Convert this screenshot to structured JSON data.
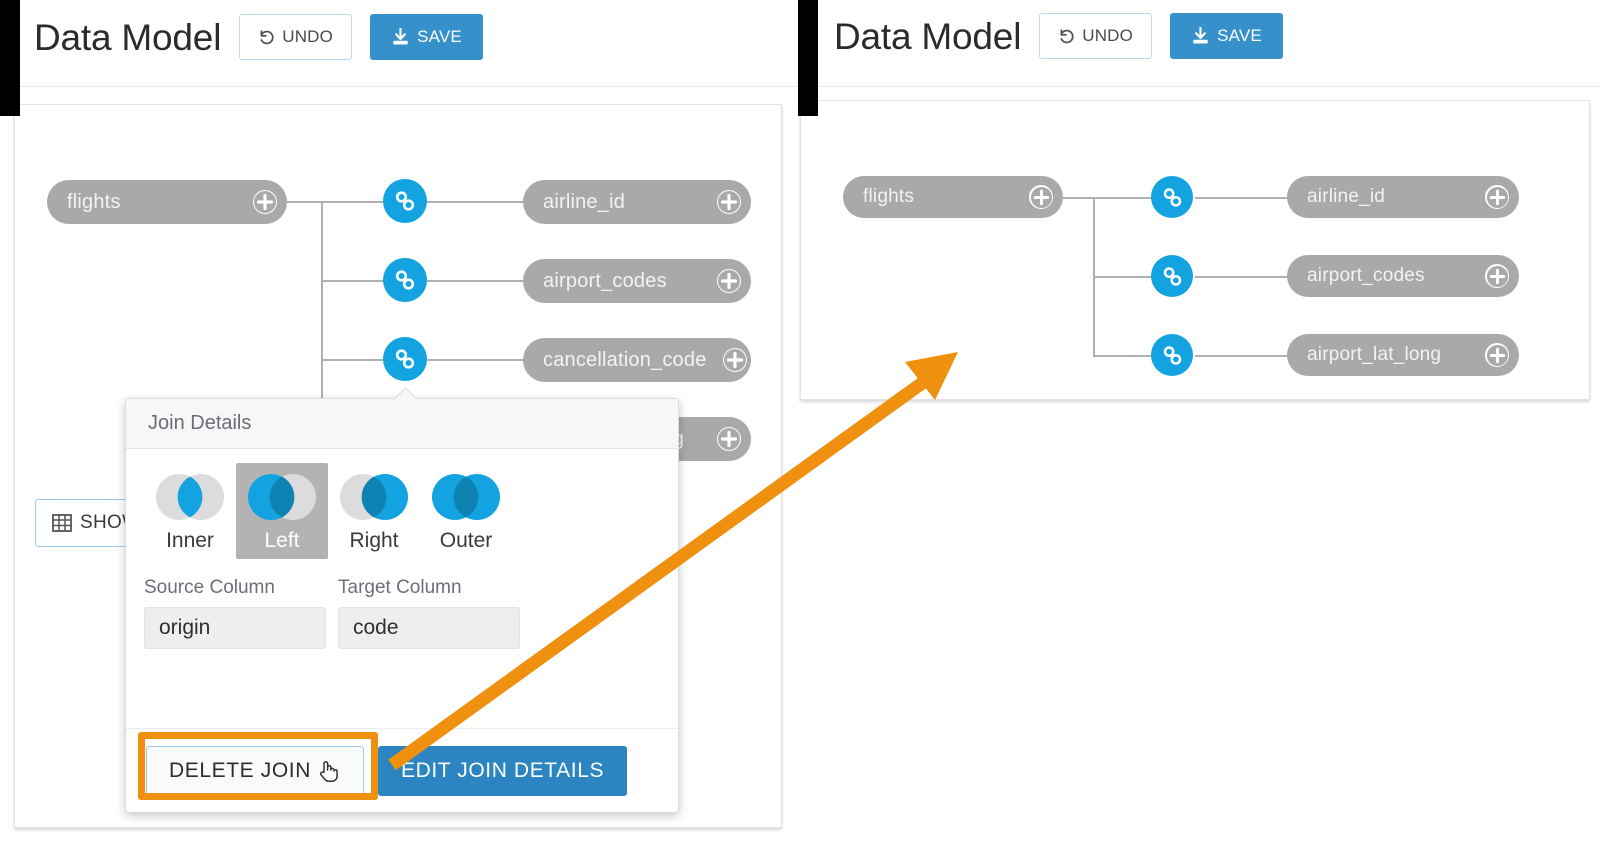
{
  "left_panel": {
    "header": {
      "title": "Data Model",
      "undo_label": "UNDO",
      "save_label": "SAVE",
      "undo_icon": "undo-arrow-icon",
      "save_icon": "download-icon"
    },
    "diagram": {
      "root_node": "flights",
      "joined_nodes": [
        "airline_id",
        "airport_codes",
        "cancellation_code",
        "airport_lat_long"
      ],
      "link_icon": "chain-link-icon",
      "expand_icon": "plus-circle-icon"
    },
    "show_table_button": {
      "label": "SHOW TABLE",
      "icon": "table-grid-icon"
    },
    "popup": {
      "title": "Join Details",
      "join_types": [
        {
          "name": "Inner",
          "selected": false
        },
        {
          "name": "Left",
          "selected": true
        },
        {
          "name": "Right",
          "selected": false
        },
        {
          "name": "Outer",
          "selected": false
        }
      ],
      "source_column": {
        "label": "Source Column",
        "value": "origin"
      },
      "target_column": {
        "label": "Target Column",
        "value": "code"
      },
      "delete_label": "DELETE JOIN",
      "edit_label": "EDIT JOIN DETAILS",
      "cursor_icon": "pointing-hand-cursor-icon"
    }
  },
  "right_panel": {
    "header": {
      "title": "Data Model",
      "undo_label": "UNDO",
      "save_label": "SAVE",
      "undo_icon": "undo-arrow-icon",
      "save_icon": "download-icon"
    },
    "diagram": {
      "root_node": "flights",
      "joined_nodes": [
        "airline_id",
        "airport_codes",
        "airport_lat_long"
      ],
      "link_icon": "chain-link-icon",
      "expand_icon": "plus-circle-icon"
    }
  },
  "annotations": {
    "highlight_color": "#f0900f",
    "arrow_icon": "annotation-arrow-icon",
    "highlight_target": "DELETE JOIN"
  },
  "colors": {
    "accent_blue": "#13A3E0",
    "button_blue": "#3690c9",
    "node_gray": "#a9a9a9",
    "selected_gray": "#b3b3b3",
    "orange": "#f0900f"
  }
}
